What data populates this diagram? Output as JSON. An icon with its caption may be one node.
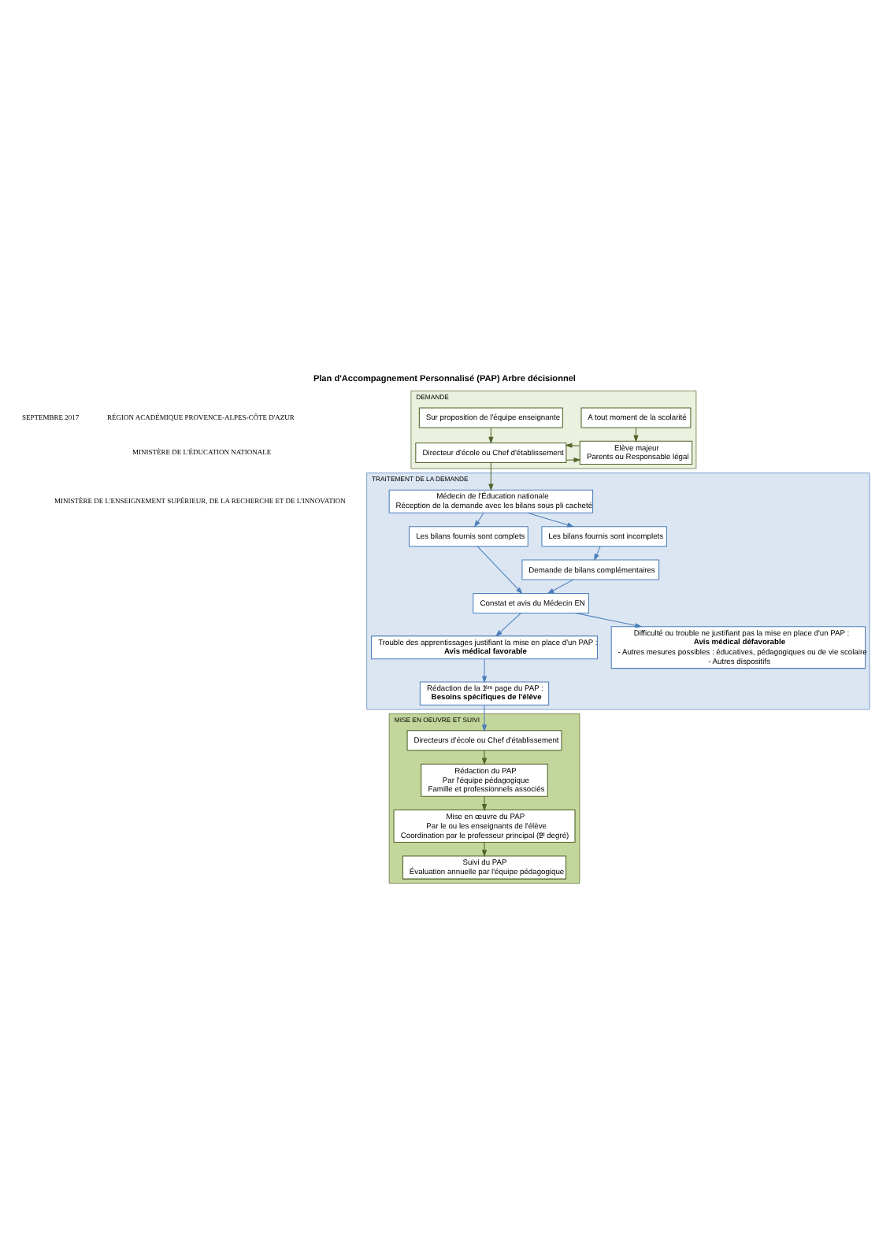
{
  "diagram": {
    "title": "Plan d'Accompagnement Personnalisé (PAP) Arbre décisionnel",
    "nodes": [
      {
        "text": [
          "DEMANDE"
        ]
      },
      {
        "text": [
          "A tout moment de la scolarité"
        ],
        "in": 0
      },
      {
        "text": [
          "Sur proposition de l'équipe enseignante"
        ],
        "in": 0
      },
      {
        "text": [
          "Elève majeur",
          "Parents ou Responsable légal"
        ],
        "in": 0
      },
      {
        "text": [
          "Directeur d'école ou Chef d'établissement"
        ],
        "in": 0
      },
      {
        "text": [
          "TRAITEMENT DE LA DEMANDE"
        ]
      },
      {
        "text": [
          "Médecin de l'Éducation nationale",
          "Réception de la demande avec les bilans sous pli cacheté"
        ],
        "in": 5
      },
      {
        "text": [
          "Les bilans fournis sont complets"
        ],
        "in": 5
      },
      {
        "text": [
          "Les bilans fournis sont incomplets"
        ],
        "in": 5
      },
      {
        "text": [
          "Demande de bilans complémentaires"
        ],
        "in": 5
      },
      {
        "text": [
          "Constat et avis du Médecin EN"
        ],
        "in": 5
      },
      {
        "text": [
          "Trouble des apprentissages justifiant la mise en place d'un PAP :",
          "**Avis médical favorable**"
        ],
        "in": 5
      },
      {
        "text": [
          "Difficulté ou trouble ne justifiant pas la mise en place d'un PAP :",
          "**Avis médical défavorable**",
          "- Autres mesures possibles : éducatives, pédagogiques ou de vie scolaire",
          "- Autres dispositifs"
        ],
        "in": 5
      },
      {
        "text": [
          "Rédaction de la 1$^{ère}$ page du PAP :",
          "**Besoins spécifiques de l'élève**"
        ],
        "in": 5
      },
      {
        "text": [
          "MISE EN OEUVRE ET SUIVI"
        ]
      },
      {
        "text": [
          "Directeurs d'école ou Chef d'établissement"
        ],
        "in": 14
      },
      {
        "text": [
          "Rédaction du PAP",
          "Par l'équipe pédagogique",
          "Famille et professionnels associés"
        ],
        "in": 14
      },
      {
        "text": [
          "Mise en œuvre du PAP",
          "Par le ou les enseignants de l'élève",
          "Coordination par le professeur principal (2$^{nd}$ degré)"
        ],
        "in": 14
      },
      {
        "text": [
          "Suivi du PAP",
          "Évaluation annuelle par l'équipe pédagogique"
        ],
        "in": 14
      }
    ],
    "edges": [
      {
        "from": 1,
        "to": 3,
        "arrow": "to",
        "color": "#4f6228"
      },
      {
        "from": 2,
        "to": 4,
        "arrow": "to",
        "color": "#4f6228"
      },
      {
        "from": 4,
        "to": 3,
        "arrow": "to",
        "color": "#4f6228"
      },
      {
        "from": 3,
        "to": 4,
        "arrow": "to",
        "color": "#4f6228"
      },
      {
        "from": 4,
        "to": 6,
        "arrow": "to",
        "color": "#4f6228"
      },
      {
        "from": 6,
        "to": 7,
        "arrow": "to"
      },
      {
        "from": 6,
        "to": 8,
        "arrow": "to"
      },
      {
        "from": 8,
        "to": 9,
        "arrow": "to"
      },
      {
        "from": 7,
        "to": 10,
        "arrow": "to"
      },
      {
        "from": 9,
        "to": 10,
        "arrow": "to"
      },
      {
        "from": 10,
        "to": 11,
        "arrow": "to"
      },
      {
        "from": 10,
        "to": 12,
        "arrow": "to"
      },
      {
        "from": 11,
        "to": 13,
        "arrow": "to"
      },
      {
        "from": 13,
        "to": 15,
        "arrow": "to"
      },
      {
        "from": 15,
        "to": 16,
        "arrow": "to",
        "color": "#4f6228"
      },
      {
        "from": 16,
        "to": 17,
        "arrow": "to",
        "color": "#4f6228"
      },
      {
        "from": 17,
        "to": 18,
        "arrow": "to",
        "color": "#4f6228"
      }
    ],
    "labels": [
      "SEPTEMBRE 2017",
      "RÉGION ACADÉMIQUE PROVENCE-ALPES-CÔTE D'AZUR",
      "MINISTÈRE DE L'ÉDUCATION NATIONALE",
      "MINISTÈRE DE L'ENSEIGNEMENT SUPÉRIEUR, DE LA RECHERCHE ET DE L'INNOVATION"
    ]
  }
}
